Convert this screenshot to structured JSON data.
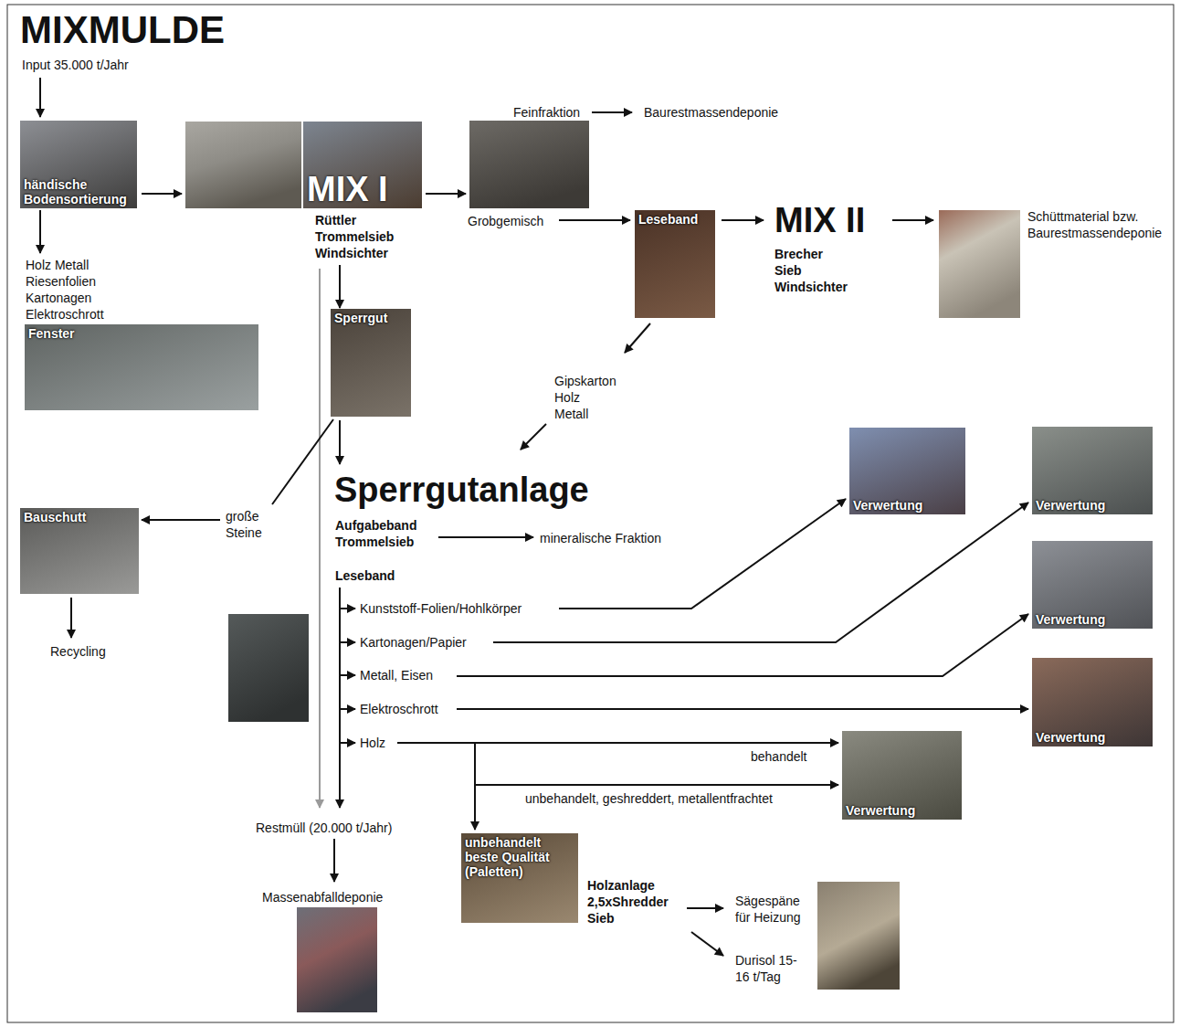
{
  "diagram": {
    "title": "MIXMULDE",
    "nodes": [
      {
        "text": [
          "händische Bodensortierung"
        ]
      },
      {
        "text": [
          "MIX I",
          "Rüttler Trommelsieb Windsichter"
        ]
      },
      {
        "text": [
          "Leseband"
        ]
      },
      {
        "text": [
          "Holz Metall Riesenfolien Kartonagen Elektroschrott",
          "Fenster"
        ]
      },
      {
        "text": [
          "Sperrgut"
        ]
      },
      {
        "text": [
          "Verwertung"
        ]
      },
      {
        "text": [
          "Verwertung"
        ]
      },
      {
        "text": [
          "Verwertung"
        ]
      },
      {
        "text": [
          "Bauschutt"
        ]
      },
      {
        "text": [
          "Verwertung"
        ]
      },
      {
        "text": [
          "Verwertung"
        ]
      },
      {
        "text": [
          "unbehandelt beste Qualität (Paletten)"
        ]
      }
    ],
    "edges": [
      {
        "from": 0,
        "to": 3,
        "arrow": "to"
      },
      {
        "from": 1,
        "to": 4,
        "arrow": "to"
      },
      {
        "from": 4,
        "to": 8,
        "label": "große Steine",
        "arrow": "to"
      }
    ],
    "labels": [
      "Input 35.000 t/Jahr",
      "Feinfraktion",
      "Baurestmassendeponie",
      "Grobgemisch",
      "MIX II",
      "Brecher Sieb Windsichter",
      "Schüttmaterial bzw. Baurestmassendeponie",
      "Gipskarton Holz Metall",
      "Sperrgutanlage",
      "Aufgabeband Trommelsieb",
      "mineralische Fraktion",
      "Leseband",
      "Kunststoff-Folien/Hohlkörper",
      "Kartonagen/Papier",
      "Metall, Eisen",
      "Elektroschrott",
      "Holz",
      "behandelt",
      "unbehandelt, geshreddert, metallentfrachtet",
      "Recycling",
      "Restmüll (20.000 t/Jahr)",
      "Massenabfalldeponie",
      "Holzanlage 2,5xShredder Sieb",
      "Sägespäne für Heizung",
      "Durisol 15-16 t/Tag"
    ]
  }
}
